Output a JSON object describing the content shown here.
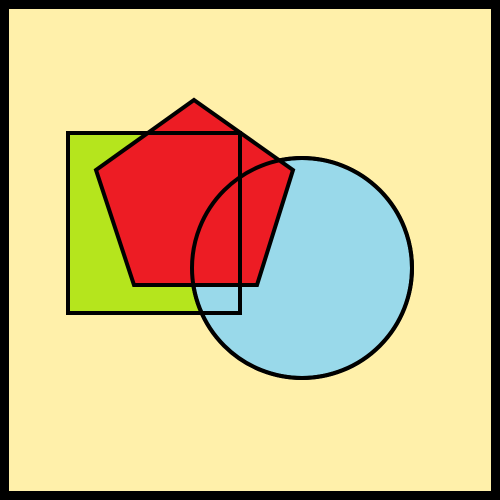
{
  "canvas": {
    "frame_color": "#000000",
    "background_color": "#FFF0AA"
  },
  "shapes": [
    {
      "id": "square",
      "kind": "square",
      "fill": "#B5E51D",
      "stroke": "#000000"
    },
    {
      "id": "circle",
      "kind": "circle",
      "fill": "#99D9EA",
      "stroke": "#000000"
    },
    {
      "id": "pentagon",
      "kind": "pentagon",
      "fill": "#ED1C24",
      "stroke": "#000000"
    }
  ],
  "draw_order": [
    "square",
    "circle",
    "pentagon"
  ],
  "outline_on_top": [
    "square",
    "circle"
  ]
}
